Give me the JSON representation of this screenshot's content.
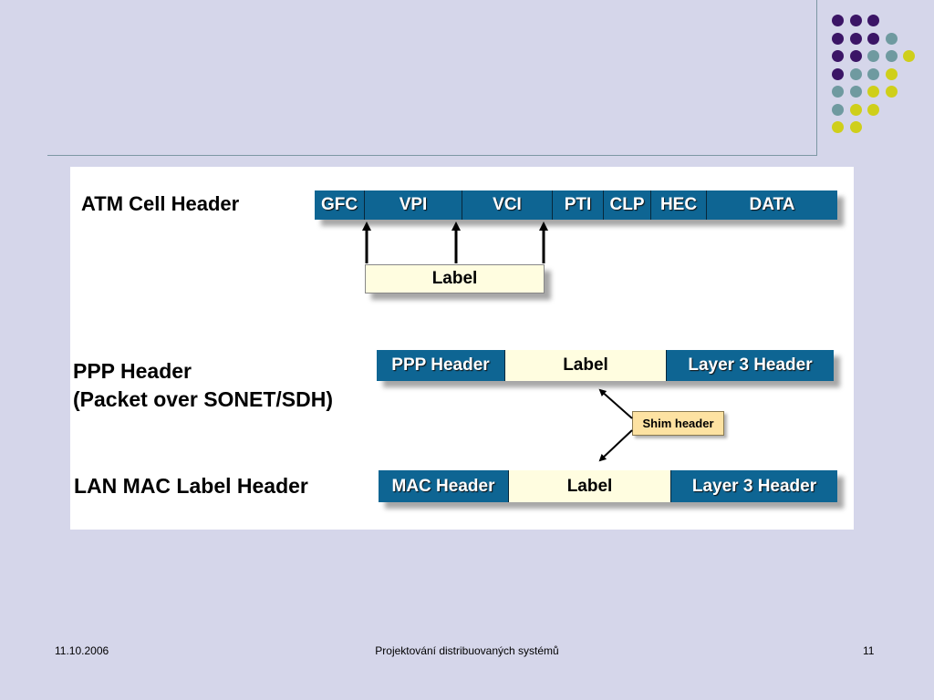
{
  "decoration": {
    "dot_colors": {
      "purple": "#3b1566",
      "teal": "#6f9aa0",
      "yellow": "#cfcf1a"
    },
    "dot_rows": [
      [
        "purple",
        "purple",
        "purple",
        null,
        null
      ],
      [
        "purple",
        "purple",
        "purple",
        "teal",
        null
      ],
      [
        "purple",
        "purple",
        "teal",
        "teal",
        "yellow"
      ],
      [
        "purple",
        "teal",
        "teal",
        "yellow",
        null
      ],
      [
        "teal",
        "teal",
        "yellow",
        "yellow",
        null
      ],
      [
        "teal",
        "yellow",
        "yellow",
        null,
        null
      ],
      [
        "yellow",
        "yellow",
        null,
        null,
        null
      ]
    ]
  },
  "diagram": {
    "atm": {
      "title": "ATM Cell Header",
      "fields": [
        "GFC",
        "VPI",
        "VCI",
        "PTI",
        "CLP",
        "HEC",
        "DATA"
      ],
      "label": "Label"
    },
    "ppp": {
      "title_line1": "PPP Header",
      "title_line2": "(Packet over SONET/SDH)",
      "fields": [
        "PPP Header",
        "Label",
        "Layer 3 Header"
      ]
    },
    "shim": "Shim header",
    "lan": {
      "title": "LAN MAC Label Header",
      "fields": [
        "MAC Header",
        "Label",
        "Layer 3 Header"
      ]
    }
  },
  "footer": {
    "date": "11.10.2006",
    "title": "Projektování distribuovaných systémů",
    "page": "11"
  }
}
